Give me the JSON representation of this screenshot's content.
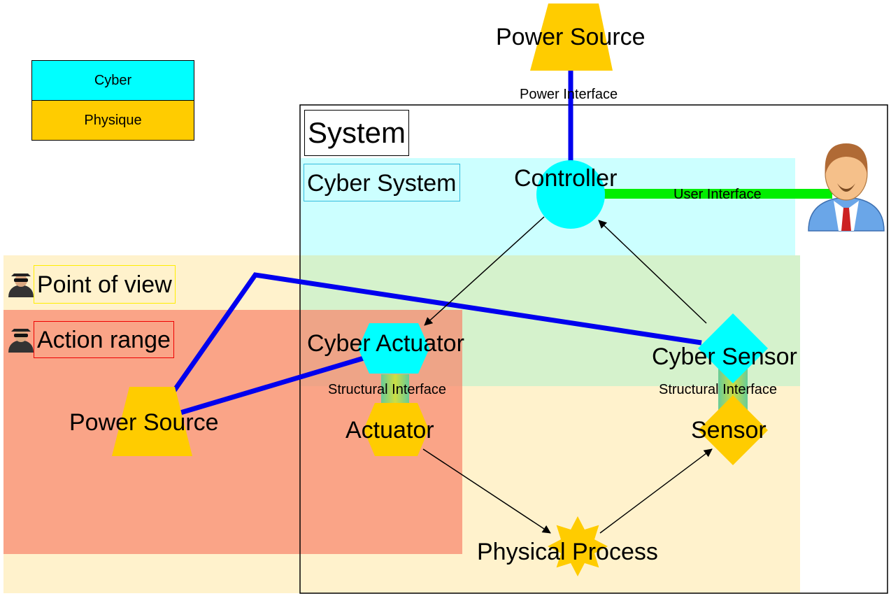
{
  "legend": {
    "cyber": {
      "label": "Cyber",
      "color": "#00ffff"
    },
    "physique": {
      "label": "Physique",
      "color": "#ffcc00"
    }
  },
  "zones": {
    "system": "System",
    "cyber_system": "Cyber System",
    "point_of_view": "Point of view",
    "action_range": "Action range"
  },
  "nodes": {
    "power_source_top": "Power Source",
    "power_source_left": "Power Source",
    "controller": "Controller",
    "cyber_actuator": "Cyber Actuator",
    "actuator": "Actuator",
    "cyber_sensor": "Cyber Sensor",
    "sensor": "Sensor",
    "physical_process": "Physical Process"
  },
  "interfaces": {
    "power": "Power Interface",
    "user": "User Interface",
    "structural_actuator": "Structural Interface",
    "structural_sensor": "Structural  Interface"
  },
  "icons": {
    "user": "user-avatar-icon",
    "attacker": "spy-icon"
  },
  "colors": {
    "cyber": "#00ffff",
    "physical": "#ffcc00",
    "power_link": "#0000ee",
    "user_link": "#00ee00",
    "cyber_zone": "#ccffff",
    "pov_zone": "#fff2cc",
    "overlap_zone": "#d5f2cc",
    "action_zone": "#f8836a"
  }
}
